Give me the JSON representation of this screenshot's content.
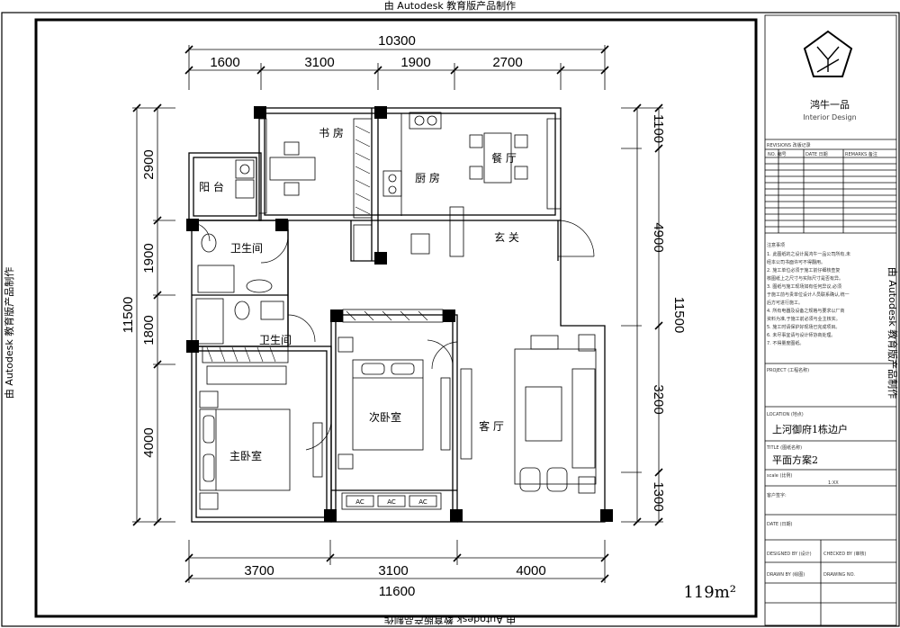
{
  "watermark": {
    "top": "由 Autodesk 教育版产品制作",
    "bottom": "由 Autodesk 教育版产品制作",
    "left": "由 Autodesk 教育版产品制作",
    "right": "由 Autodesk 教育版产品制作"
  },
  "dimensions": {
    "top_total": "10300",
    "top_segments": [
      "1600",
      "3100",
      "1900",
      "2700"
    ],
    "bottom_total": "11600",
    "bottom_segments": [
      "3700",
      "3100",
      "4000"
    ],
    "left_total": "11500",
    "left_segments": [
      "2900",
      "1900",
      "1800",
      "4000"
    ],
    "right_total": "11500",
    "right_segments": [
      "1100",
      "4900",
      "3200",
      "1300"
    ]
  },
  "rooms": {
    "study": "书 房",
    "kitchen": "厨 房",
    "dining": "餐 厅",
    "balcony": "阳 台",
    "bath1": "卫生间",
    "bath2": "卫生间",
    "foyer": "玄 关",
    "second_bedroom": "次卧室",
    "master_bedroom": "主卧室",
    "living": "客 厅",
    "ac_labels": [
      "AC",
      "AC",
      "AC"
    ]
  },
  "area_label": "119m²",
  "title_block": {
    "brand": "鸿牛一品",
    "brand_en": "Interior Design",
    "revisions_header": "REVISIONS 改版记录",
    "rev_cols": [
      "NO. 编号",
      "DATE 日期",
      "REMARKS 备注"
    ],
    "notes_title": "注意事项",
    "notes": [
      "1. 此图纸的之设计属鸿牛一品公司所有,未",
      "经本公司书面许可不得翻用。",
      "2. 施工单位必须于施工前仔细核查复",
      "核图纸上之尺寸与实际尺寸是否有异。",
      "3. 图纸与施工现场如有任何异议,必须",
      "于施工前与贵单位设计人员联系确认,统一",
      "后方可进行施工。",
      "4. 所有电器及设备之规格与要求以厂商",
      "资料为准,于施工前必须与业主核实。",
      "5. 施工时请保护好现场已完成项目。",
      "6. 未尽事宜请与设计师协商处理。",
      "7. 不得量度图纸。"
    ],
    "project_label": "PROJECT (工程名称)",
    "location_label": "LOCATION (地点)",
    "location_value": "上河御府1栋边户",
    "title_label": "TITLE (图纸名称)",
    "title_value": "平面方案2",
    "scale_label": "scale (比例)",
    "scale_value": "1:XX",
    "client_label": "客户签字:",
    "date_label": "DATE (日期)",
    "designed_label": "DESIGNED BY (设计)",
    "checked_label": "CHECKED BY (审核)",
    "drawn_label": "DRAWN BY (绘图)",
    "drawing_no_label": "DRAWING NO."
  }
}
